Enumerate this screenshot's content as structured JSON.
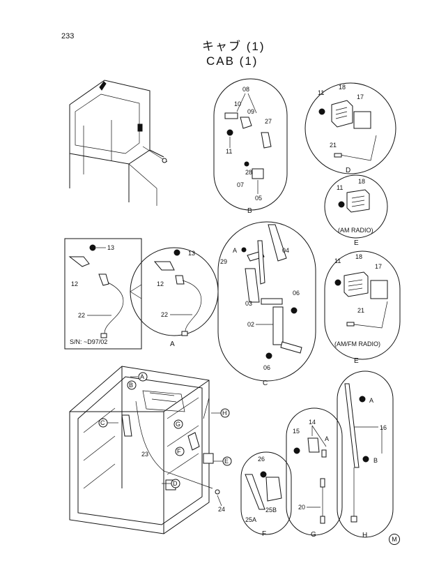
{
  "page": {
    "number": "233",
    "title_jp": "キャブ (1)",
    "title_en": "CAB (1)",
    "corner_mark": "M"
  },
  "callouts": {
    "b": {
      "p08": "08",
      "p10": "10",
      "p09": "09",
      "p27": "27",
      "p11": "11",
      "p07": "07",
      "p28": "28",
      "p05": "05",
      "label": "B"
    },
    "d": {
      "p11": "11",
      "p18": "18",
      "p17": "17",
      "p21": "21",
      "label": "D"
    },
    "e1": {
      "p11": "11",
      "p18": "18",
      "caption": "(AM RADIO)",
      "label": "E"
    },
    "e2": {
      "p11": "11",
      "p18": "18",
      "p17": "17",
      "p21": "21",
      "caption": "(AM/FM RADIO)",
      "label": "E"
    },
    "box": {
      "p13": "13",
      "p12": "12",
      "p22": "22",
      "serial": "S/N: ~D97/02"
    },
    "a": {
      "p13": "13",
      "p12": "12",
      "p22": "22",
      "label": "A"
    },
    "c": {
      "pA": "A",
      "p04": "04",
      "p29": "29",
      "p06a": "06",
      "p03": "03",
      "p02": "02",
      "p06b": "06",
      "label": "C"
    },
    "f": {
      "p26": "26",
      "p25b": "25B",
      "p25a": "25A",
      "label": "F"
    },
    "g": {
      "p14": "14",
      "p15": "15",
      "pA": "A",
      "p20": "20",
      "label": "G"
    },
    "h": {
      "pA": "A",
      "p16": "16",
      "pB": "B",
      "label": "H"
    },
    "main": {
      "p23": "23",
      "p24": "24"
    },
    "flags": {
      "a": "A",
      "b": "B",
      "c": "C",
      "d": "D",
      "e": "E",
      "f": "F",
      "g": "G",
      "h": "H"
    }
  }
}
